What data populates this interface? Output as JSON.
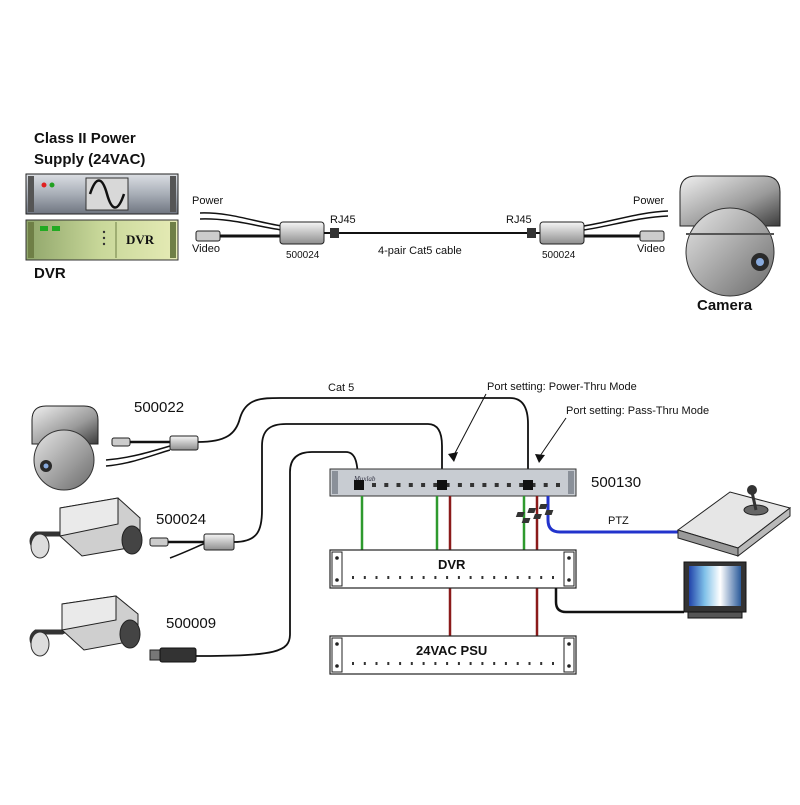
{
  "top": {
    "power_supply_label_line1": "Class II Power",
    "power_supply_label_line2": "Supply (24VAC)",
    "dvr_label": "DVR",
    "dvr_badge": "DVR",
    "left_power": "Power",
    "left_video": "Video",
    "left_rj45": "RJ45",
    "left_part": "500024",
    "cable_label": "4-pair Cat5 cable",
    "right_rj45": "RJ45",
    "right_power": "Power",
    "right_video": "Video",
    "right_part": "500024",
    "camera_label": "Camera"
  },
  "bottom": {
    "cat5_label": "Cat 5",
    "power_thru_label": "Port setting: Power-Thru Mode",
    "pass_thru_label": "Port setting: Pass-Thru Mode",
    "hub_part": "500130",
    "hub_brand": "Muxlab",
    "ptz_label": "PTZ",
    "dvr_rack_label": "DVR",
    "psu_rack_label": "24VAC PSU",
    "part_500022": "500022",
    "part_500024": "500024",
    "part_500009": "500009"
  },
  "colors": {
    "green_wire": "#2e9a2e",
    "red_wire": "#8b1a1a",
    "blue_wire": "#2233cc",
    "rack_gray": "#b9bec6"
  }
}
